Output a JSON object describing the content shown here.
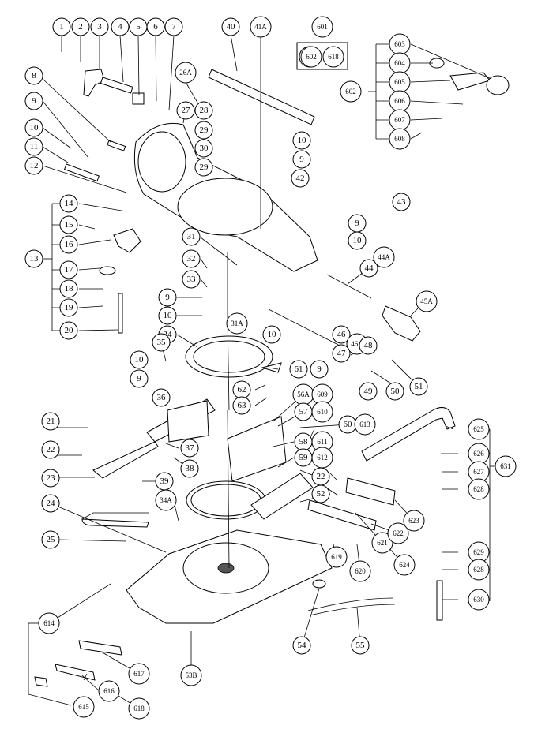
{
  "diagram": {
    "labels": [
      "1",
      "2",
      "3",
      "4",
      "5",
      "6",
      "7",
      "8",
      "9",
      "10",
      "11",
      "12",
      "13",
      "14",
      "15",
      "16",
      "17",
      "18",
      "19",
      "20",
      "21",
      "22",
      "23",
      "24",
      "25",
      "26A",
      "27",
      "28",
      "29",
      "30",
      "31",
      "31A",
      "32",
      "33",
      "34",
      "34A",
      "35",
      "36",
      "37",
      "38",
      "39",
      "40",
      "41A",
      "42",
      "43",
      "44",
      "44A",
      "45A",
      "46",
      "46A",
      "47",
      "48",
      "49",
      "50",
      "51",
      "52",
      "53B",
      "54",
      "55",
      "56A",
      "57",
      "58",
      "59",
      "60",
      "61",
      "62",
      "63",
      "601",
      "602",
      "603",
      "604",
      "605",
      "606",
      "607",
      "608",
      "609",
      "610",
      "611",
      "612",
      "613",
      "614",
      "615",
      "616",
      "617",
      "618",
      "619",
      "620",
      "621",
      "622",
      "623",
      "624",
      "625",
      "626",
      "627",
      "628",
      "629",
      "630",
      "631"
    ]
  }
}
